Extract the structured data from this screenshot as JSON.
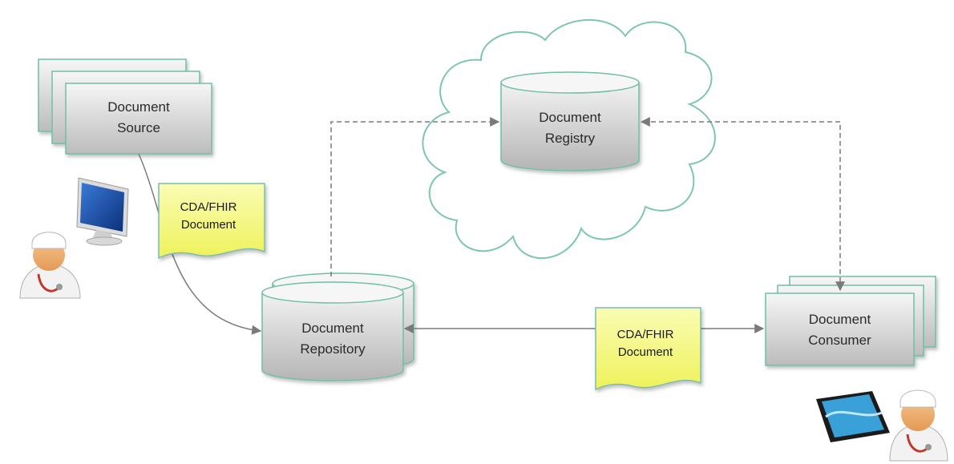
{
  "nodes": {
    "document_source": {
      "line1": "Document",
      "line2": "Source"
    },
    "document_registry": {
      "line1": "Document",
      "line2": "Registry"
    },
    "document_repository": {
      "line1": "Document",
      "line2": "Repository"
    },
    "document_consumer": {
      "line1": "Document",
      "line2": "Consumer"
    }
  },
  "documents": {
    "source_doc": {
      "line1": "CDA/FHIR",
      "line2": "Document"
    },
    "transfer_doc": {
      "line1": "CDA/FHIR",
      "line2": "Document"
    }
  },
  "icons": [
    "doctor-icon",
    "computer-monitor-icon",
    "tablet-icon",
    "cloud-icon",
    "database-icon"
  ],
  "colors": {
    "box_fill_top": "#f4f4f4",
    "box_fill_bottom": "#bdbdbd",
    "box_border": "#6fbfa6",
    "doc_fill": "#f3f56e",
    "doc_border": "#78bcb4",
    "cloud_border": "#7fc6b0",
    "arrow": "#7a7a7a"
  }
}
